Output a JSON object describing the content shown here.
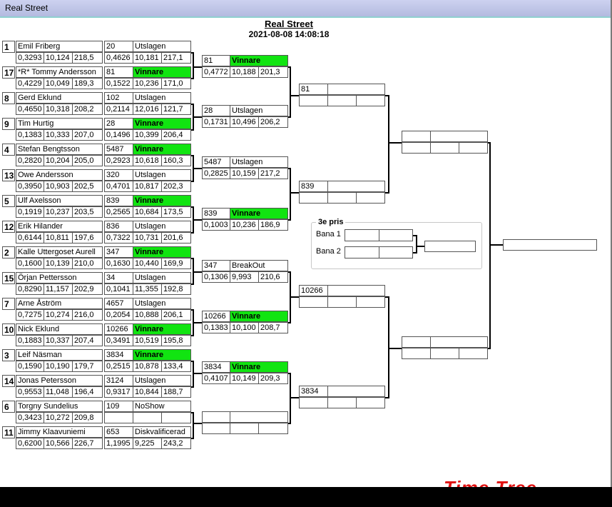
{
  "window": {
    "title": "Real Street"
  },
  "header": {
    "title": "Real Street",
    "datetime": "2021-08-08 14:08:18"
  },
  "round1": [
    {
      "seed": "1",
      "name": "Emil Friberg",
      "reaction": "0,3293",
      "et": "10,124",
      "speed": "218,5"
    },
    {
      "seed": "17",
      "name": "*R* Tommy Andersson",
      "reaction": "0,4229",
      "et": "10,049",
      "speed": "189,3"
    },
    {
      "seed": "8",
      "name": "Gerd Eklund",
      "reaction": "0,4650",
      "et": "10,318",
      "speed": "208,2"
    },
    {
      "seed": "9",
      "name": "Tim Hurtig",
      "reaction": "0,1383",
      "et": "10,333",
      "speed": "207,0"
    },
    {
      "seed": "4",
      "name": "Stefan Bengtsson",
      "reaction": "0,2820",
      "et": "10,204",
      "speed": "205,0"
    },
    {
      "seed": "13",
      "name": "Owe Andersson",
      "reaction": "0,3950",
      "et": "10,903",
      "speed": "202,5"
    },
    {
      "seed": "5",
      "name": "Ulf Axelsson",
      "reaction": "0,1919",
      "et": "10,237",
      "speed": "203,5"
    },
    {
      "seed": "12",
      "name": "Erik Hilander",
      "reaction": "0,6144",
      "et": "10,811",
      "speed": "197,6"
    },
    {
      "seed": "2",
      "name": "Kalle Uttergoset Aurell",
      "reaction": "0,1600",
      "et": "10,139",
      "speed": "210,0"
    },
    {
      "seed": "15",
      "name": "Örjan Pettersson",
      "reaction": "0,8290",
      "et": "11,157",
      "speed": "202,9"
    },
    {
      "seed": "7",
      "name": "Arne Åström",
      "reaction": "0,7275",
      "et": "10,274",
      "speed": "216,0"
    },
    {
      "seed": "10",
      "name": "Nick Eklund",
      "reaction": "0,1883",
      "et": "10,337",
      "speed": "207,4"
    },
    {
      "seed": "3",
      "name": "Leif Näsman",
      "reaction": "0,1590",
      "et": "10,190",
      "speed": "179,7"
    },
    {
      "seed": "14",
      "name": "Jonas Petersson",
      "reaction": "0,9553",
      "et": "11,048",
      "speed": "196,4"
    },
    {
      "seed": "6",
      "name": "Torgny Sundelius",
      "reaction": "0,3423",
      "et": "10,272",
      "speed": "209,8"
    },
    {
      "seed": "11",
      "name": "Jimmy Klaavuniemi",
      "reaction": "0,6200",
      "et": "10,566",
      "speed": "226,7"
    }
  ],
  "round2": [
    {
      "number": "20",
      "result": "Utslagen",
      "reaction": "0,4626",
      "et": "10,181",
      "speed": "217,1"
    },
    {
      "number": "81",
      "result": "Vinnare",
      "reaction": "0,1522",
      "et": "10,236",
      "speed": "171,0"
    },
    {
      "number": "102",
      "result": "Utslagen",
      "reaction": "0,2114",
      "et": "12,016",
      "speed": "121,7"
    },
    {
      "number": "28",
      "result": "Vinnare",
      "reaction": "0,1496",
      "et": "10,399",
      "speed": "206,4"
    },
    {
      "number": "5487",
      "result": "Vinnare",
      "reaction": "0,2923",
      "et": "10,618",
      "speed": "160,3"
    },
    {
      "number": "320",
      "result": "Utslagen",
      "reaction": "0,4701",
      "et": "10,817",
      "speed": "202,3"
    },
    {
      "number": "839",
      "result": "Vinnare",
      "reaction": "0,2565",
      "et": "10,684",
      "speed": "173,5"
    },
    {
      "number": "836",
      "result": "Utslagen",
      "reaction": "0,7322",
      "et": "10,731",
      "speed": "201,6"
    },
    {
      "number": "347",
      "result": "Vinnare",
      "reaction": "0,1630",
      "et": "10,440",
      "speed": "169,9"
    },
    {
      "number": "34",
      "result": "Utslagen",
      "reaction": "0,1041",
      "et": "11,355",
      "speed": "192,8"
    },
    {
      "number": "4657",
      "result": "Utslagen",
      "reaction": "0,2054",
      "et": "10,888",
      "speed": "206,1"
    },
    {
      "number": "10266",
      "result": "Vinnare",
      "reaction": "0,3491",
      "et": "10,519",
      "speed": "195,8"
    },
    {
      "number": "3834",
      "result": "Vinnare",
      "reaction": "0,2515",
      "et": "10,878",
      "speed": "133,4"
    },
    {
      "number": "3124",
      "result": "Utslagen",
      "reaction": "0,9317",
      "et": "10,844",
      "speed": "188,7"
    },
    {
      "number": "109",
      "result": "NoShow",
      "reaction": "",
      "et": "",
      "speed": ""
    },
    {
      "number": "653",
      "result": "Diskvalificerad",
      "reaction": "1,1995",
      "et": "9,225",
      "speed": "243,2"
    }
  ],
  "round3": [
    {
      "number": "81",
      "result": "Vinnare",
      "reaction": "0,4772",
      "et": "10,188",
      "speed": "201,3"
    },
    {
      "number": "28",
      "result": "Utslagen",
      "reaction": "0,1731",
      "et": "10,496",
      "speed": "206,2"
    },
    {
      "number": "5487",
      "result": "Utslagen",
      "reaction": "0,2825",
      "et": "10,159",
      "speed": "217,2"
    },
    {
      "number": "839",
      "result": "Vinnare",
      "reaction": "0,1003",
      "et": "10,236",
      "speed": "186,9"
    },
    {
      "number": "347",
      "result": "BreakOut",
      "reaction": "0,1306",
      "et": "9,993",
      "speed": "210,6"
    },
    {
      "number": "10266",
      "result": "Vinnare",
      "reaction": "0,1383",
      "et": "10,100",
      "speed": "208,7"
    },
    {
      "number": "3834",
      "result": "Vinnare",
      "reaction": "0,4107",
      "et": "10,149",
      "speed": "209,3"
    },
    {
      "number": "",
      "result": "",
      "reaction": "",
      "et": "",
      "speed": ""
    }
  ],
  "round4": [
    {
      "number": "81"
    },
    {
      "number": "839"
    },
    {
      "number": "10266"
    },
    {
      "number": "3834"
    }
  ],
  "third_place": {
    "legend": "3e pris",
    "lane1": "Bana 1",
    "lane2": "Bana 2"
  },
  "brand": "Time Tree",
  "colors": {
    "winner": "#11e411",
    "titlebar": "#b3badf"
  }
}
